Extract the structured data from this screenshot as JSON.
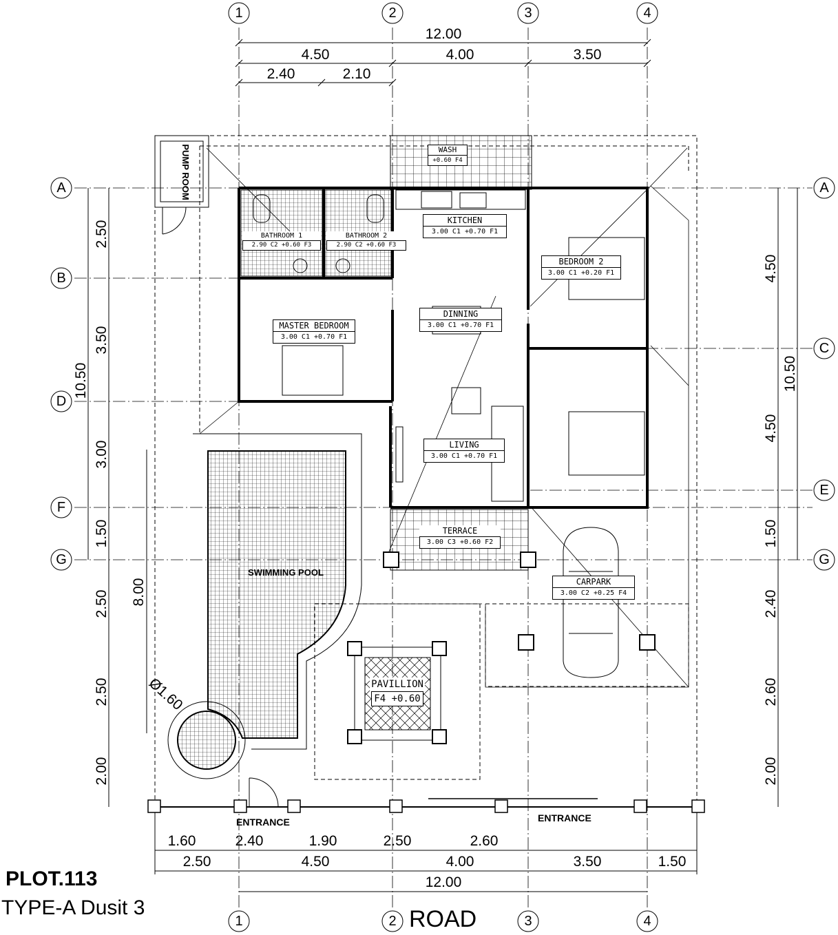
{
  "grid_top": [
    "1",
    "2",
    "3",
    "4"
  ],
  "grid_bottom": [
    "1",
    "2",
    "3",
    "4"
  ],
  "grid_left": [
    "A",
    "B",
    "D",
    "F",
    "G"
  ],
  "grid_right": [
    "A",
    "C",
    "E",
    "G"
  ],
  "dims_top_total": "12.00",
  "dims_top_row2": [
    "4.50",
    "4.00",
    "3.50"
  ],
  "dims_top_row3": [
    "2.40",
    "2.10"
  ],
  "dims_left_outer": "10.50",
  "dims_left_inner": [
    "2.50",
    "3.50",
    "3.00",
    "1.50",
    "2.50",
    "2.50",
    "2.00"
  ],
  "dims_left_pool": "8.00",
  "dims_right_inner": [
    "4.50",
    "4.50",
    "1.50",
    "2.40",
    "2.60",
    "2.00"
  ],
  "dims_right_outer": "10.50",
  "dims_bottom_row1": [
    "1.60",
    "2.40",
    "1.90",
    "2.50",
    "2.60"
  ],
  "dims_bottom_row2": [
    "2.50",
    "4.50",
    "4.00",
    "3.50",
    "1.50"
  ],
  "dims_bottom_total": "12.00",
  "rooms": [
    {
      "name": "KITCHEN",
      "spec": "3.00 C1 +0.70 F1"
    },
    {
      "name": "BEDROOM 2",
      "spec": "3.00 C1 +0.20 F1"
    },
    {
      "name": "MASTER BEDROOM",
      "spec": "3.00 C1 +0.70 F1"
    },
    {
      "name": "DINNING",
      "spec": "3.00 C1 +0.70 F1"
    },
    {
      "name": "LIVING",
      "spec": "3.00 C1 +0.70 F1"
    },
    {
      "name": "TERRACE",
      "spec": "3.00 C3 +0.60 F2"
    },
    {
      "name": "CARPARK",
      "spec": "3.00 C2 +0.25 F4"
    },
    {
      "name": "PAVILLION",
      "spec": "F4 +0.60"
    },
    {
      "name": "WASH",
      "spec": "+0.60 F4"
    },
    {
      "name": "BATHROOM 1",
      "spec": "2.90 C2 +0.60 F3"
    },
    {
      "name": "BATHROOM 2",
      "spec": "2.90 C2 +0.60 F3"
    }
  ],
  "labels": {
    "pump_room": "PUMP ROOM",
    "swimming_pool": "SWIMMING POOL",
    "entrance_left": "ENTRANCE",
    "entrance_right": "ENTRANCE",
    "road": "ROAD",
    "pool_diameter": "Ø1.60"
  },
  "plot": "PLOT.113",
  "type": "TYPE-A Dusit 3"
}
